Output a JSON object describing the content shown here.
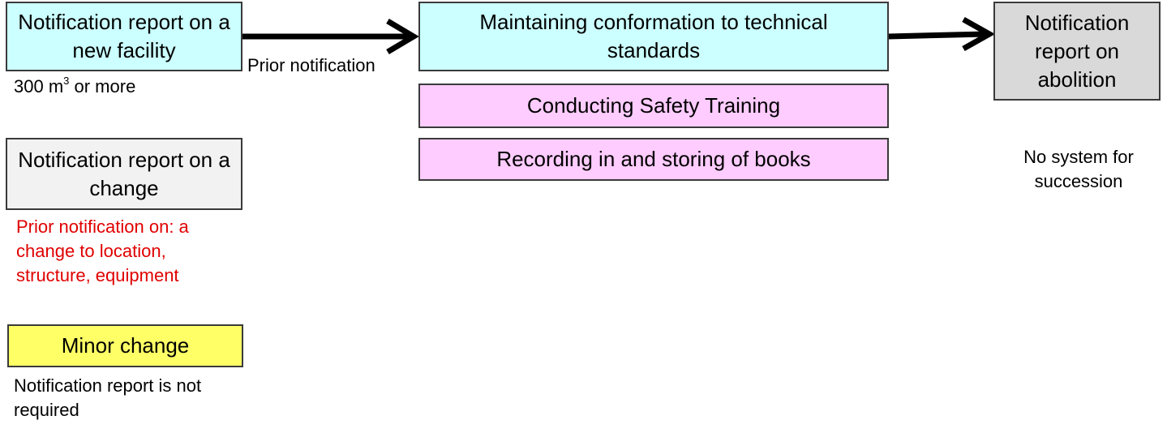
{
  "colors": {
    "cyan": "#ccffff",
    "light_gray": "#f2f2f2",
    "yellow": "#ffff66",
    "pink": "#ffccff",
    "gray": "#d9d9d9",
    "red_text": "#e00000"
  },
  "nodes": {
    "new_facility": "Notification report on a new facility",
    "change": "Notification report on a change",
    "minor_change": "Minor change",
    "maintaining": "Maintaining conformation to technical standards",
    "safety_training": "Conducting Safety Training",
    "recording": "Recording in and storing of books",
    "abolition": "Notification report on abolition"
  },
  "labels": {
    "volume_prefix": "300 m",
    "volume_sup": "3",
    "volume_suffix": " or more",
    "prior_notification": "Prior notification",
    "change_note": "Prior notification on: a change to location, structure, equipment",
    "minor_note": "Notification report is not required",
    "no_succession": "No system for succession"
  }
}
